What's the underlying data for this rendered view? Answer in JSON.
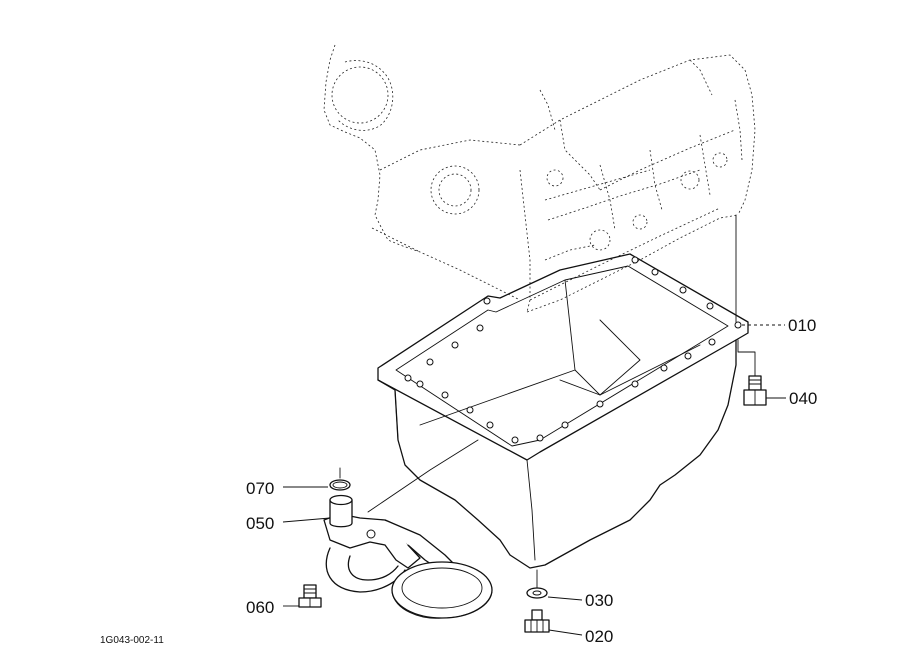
{
  "diagram": {
    "drawing_code": "1G043-002-11",
    "parts": [
      {
        "id": "010",
        "label": "010"
      },
      {
        "id": "020",
        "label": "020"
      },
      {
        "id": "030",
        "label": "030"
      },
      {
        "id": "040",
        "label": "040"
      },
      {
        "id": "050",
        "label": "050"
      },
      {
        "id": "060",
        "label": "060"
      },
      {
        "id": "070",
        "label": "070"
      }
    ]
  }
}
